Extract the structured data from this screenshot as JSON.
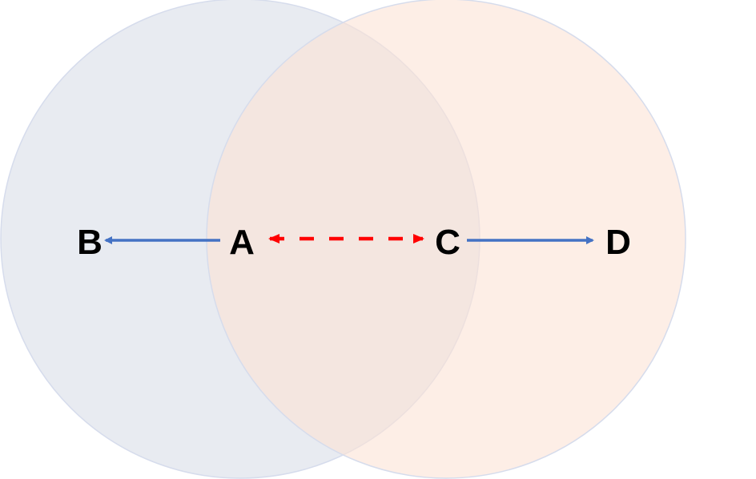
{
  "nodes": {
    "a": "A",
    "b": "B",
    "c": "C",
    "d": "D"
  },
  "colors": {
    "left_circle": "#E8EBF1",
    "right_circle": "#FDEFE7",
    "circle_stroke": "#D6DCEC",
    "solid_arrow": "#4472C4",
    "dashed_arrow": "#FF0000"
  }
}
